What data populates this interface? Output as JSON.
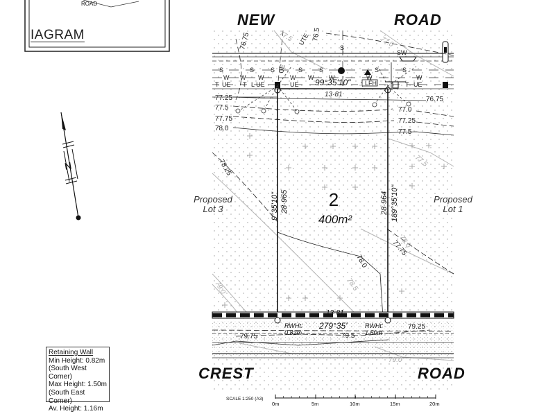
{
  "diagram_title": "IAGRAM",
  "inset_road": "ROAD",
  "roads": {
    "top_left": "NEW",
    "top_right": "ROAD",
    "bottom_left": "CREST",
    "bottom_right": "ROAD"
  },
  "lot": {
    "number": "2",
    "area": "400m²",
    "boundary_north": "99°35'10\"",
    "frontage_north": "13·81",
    "frontage_south": "13·81",
    "bearing_south": "279°35'",
    "west_bearing": "9°35'10\"",
    "west_length": "28·965",
    "east_length": "28·964",
    "east_bearing": "189°35'10\""
  },
  "neighbours": {
    "left_line1": "Proposed",
    "left_line2": "Lot 3",
    "right_line1": "Proposed",
    "right_line2": "Lot 1"
  },
  "compass_label": "N",
  "services": {
    "sewer": "S",
    "water": "W",
    "telecom": "T",
    "electric_ue": "UE",
    "electric_lue": "L UE",
    "fire_hydrant": "LFH",
    "sw": "SW",
    "ute": "UTE"
  },
  "contours": {
    "c7675_top": "76.75",
    "c765": "76.5",
    "c775_top": "77.5",
    "c770": "77.0",
    "c7725_l": "77.25",
    "c775_l": "77.5",
    "c7775_l": "77.75",
    "c780_l": "78.0",
    "c7725_r": "77.25",
    "c775_r": "77.5",
    "c7675_r": "76.75",
    "c7825": "78.25",
    "c780_mid": "78.0",
    "c7775_r": "77.75",
    "c780_r": "78.0",
    "c785": "78.5",
    "c775_grey": "77.5",
    "c790_l": "79.0",
    "c7975": "79.75",
    "c795": "79.5",
    "c7925": "79.25",
    "c790_b": "79.0"
  },
  "rw_left": {
    "line1": "RWHt:",
    "line2": "0.82m"
  },
  "rw_right": {
    "line1": "RWHt:",
    "line2": "1.50m"
  },
  "legend": {
    "title": "Retaining Wall",
    "lines": [
      "Min Height: 0.82m",
      "(South West Corner)",
      "Max Height: 1.50m",
      "(South East Corner)",
      "Av. Height: 1.16m"
    ]
  },
  "scale_bar": {
    "label": "SCALE 1:250 (A3)",
    "ticks": [
      "0m",
      "5m",
      "10m",
      "15m",
      "20m"
    ]
  }
}
